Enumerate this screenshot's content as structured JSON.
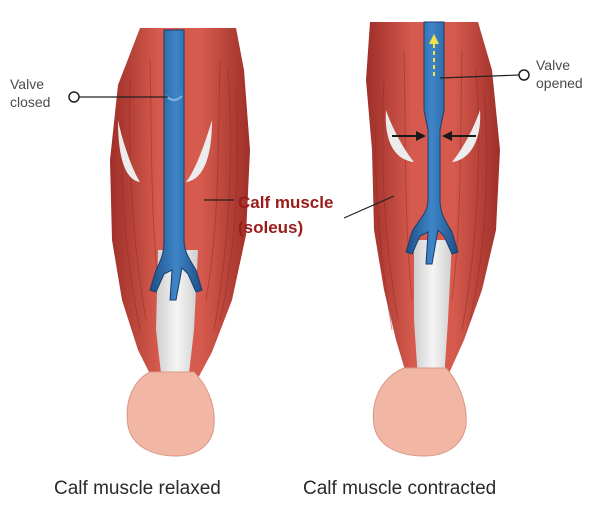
{
  "labels": {
    "valve_closed_line1": "Valve",
    "valve_closed_line2": "closed",
    "valve_opened_line1": "Valve",
    "valve_opened_line2": "opened",
    "calf_muscle_line1": "Calf muscle",
    "calf_muscle_line2": "(soleus)"
  },
  "captions": {
    "left": "Calf muscle relaxed",
    "right": "Calf muscle contracted"
  },
  "colors": {
    "muscle": "#c94a3f",
    "muscle_dark": "#9e2f28",
    "tendon": "#e6e6e6",
    "vein": "#2f6fb0",
    "vein_dark": "#1d4f86",
    "heel": "#f2b6a4",
    "callout_text": "#9b1b1b",
    "arrow": "#1a1a1a",
    "flow_arrow": "#f2e14a"
  }
}
